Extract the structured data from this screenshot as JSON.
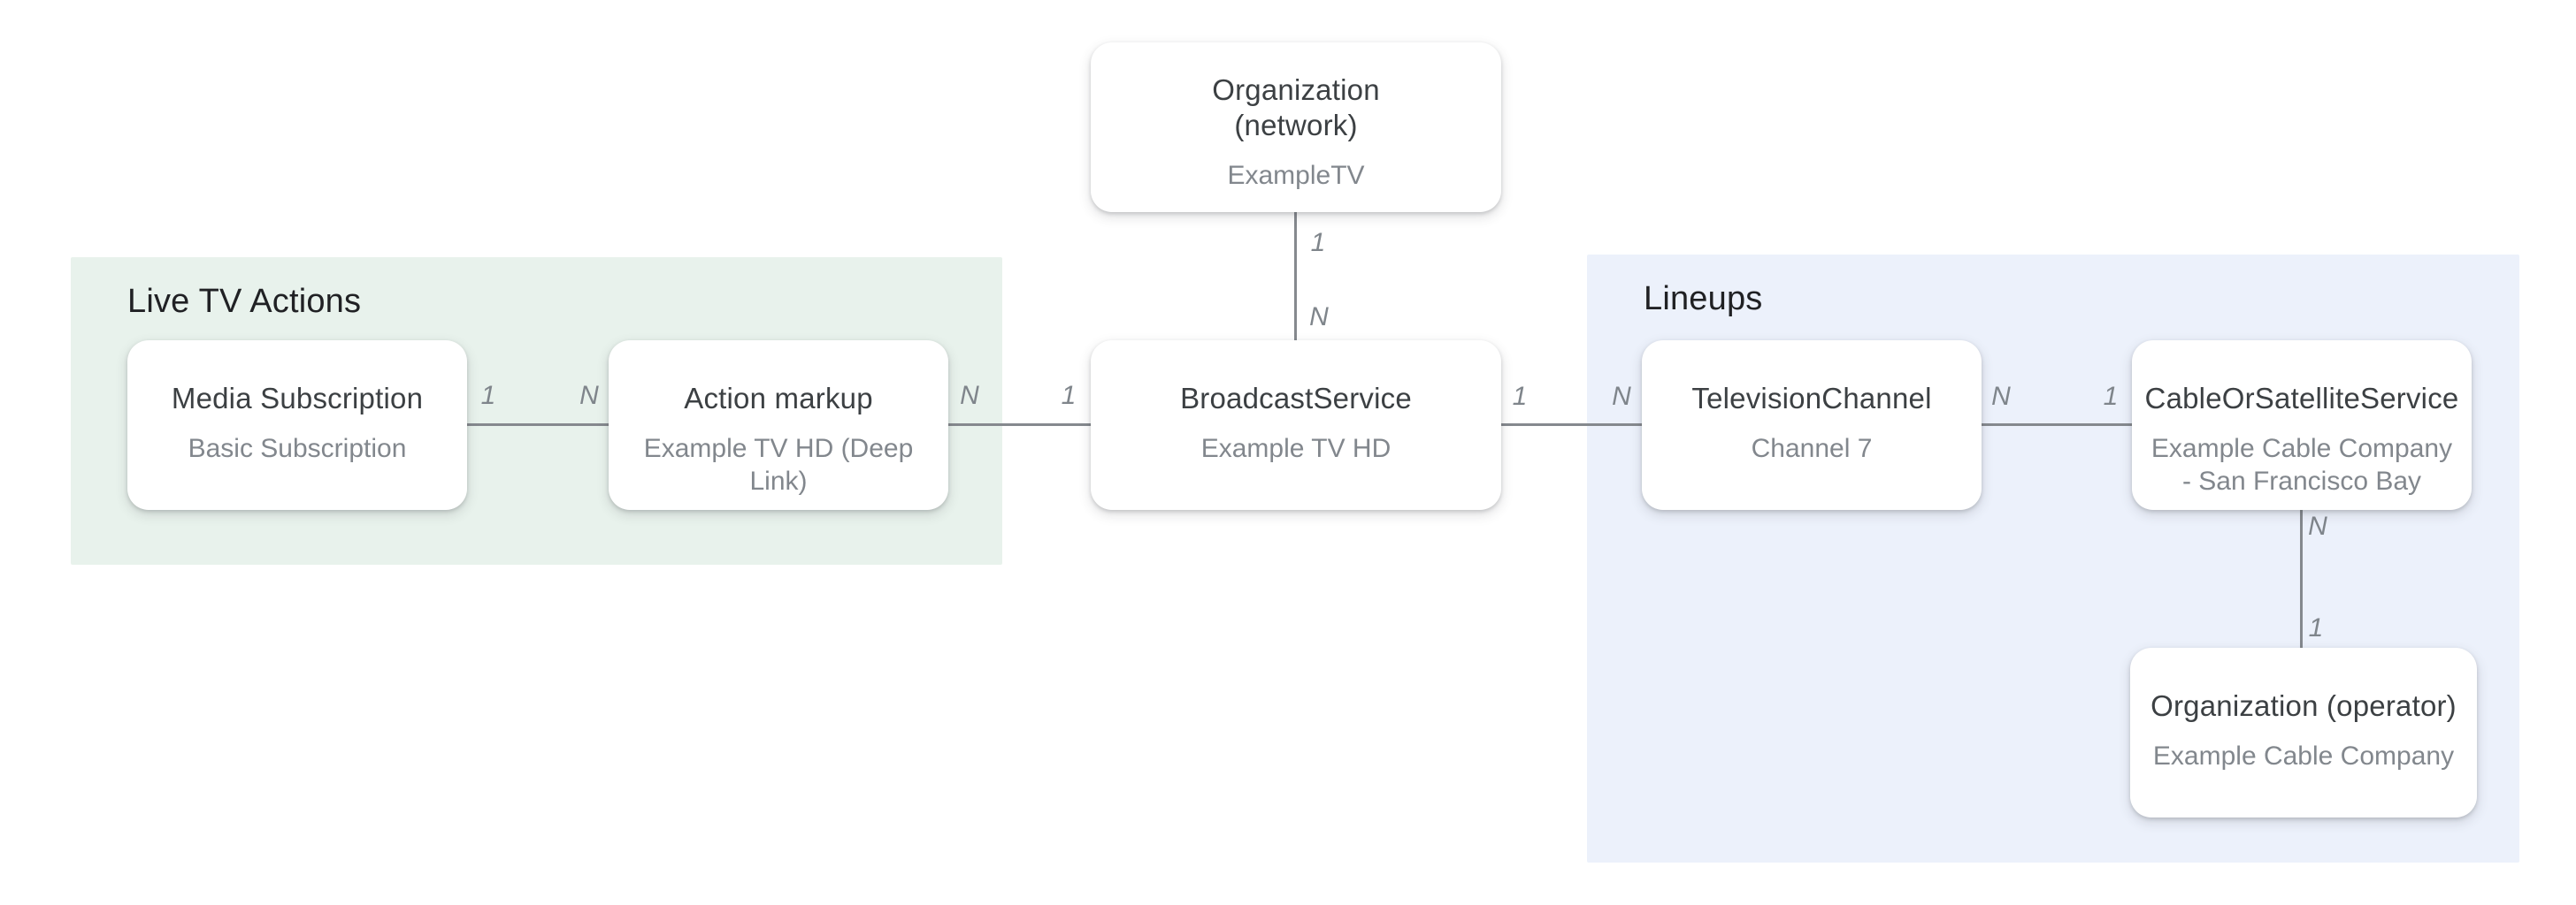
{
  "groups": [
    {
      "id": "live-tv-actions",
      "title": "Live TV Actions"
    },
    {
      "id": "lineups",
      "title": "Lineups"
    }
  ],
  "nodes": [
    {
      "id": "org-network",
      "title": "Organization (network)",
      "subtitle": "ExampleTV"
    },
    {
      "id": "media-subscription",
      "title": "Media Subscription",
      "subtitle": "Basic Subscription"
    },
    {
      "id": "action-markup",
      "title": "Action markup",
      "subtitle": "Example TV HD (Deep Link)"
    },
    {
      "id": "broadcast-service",
      "title": "BroadcastService",
      "subtitle": "Example TV HD"
    },
    {
      "id": "television-channel",
      "title": "TelevisionChannel",
      "subtitle": "Channel 7"
    },
    {
      "id": "cable-or-satellite-service",
      "title": "CableOrSatelliteService",
      "subtitle": "Example Cable Company - San Francisco Bay"
    },
    {
      "id": "org-operator",
      "title": "Organization (operator)",
      "subtitle": "Example Cable Company"
    }
  ],
  "edges": [
    {
      "id": "network-broadcast",
      "from": "org-network",
      "to": "broadcast-service",
      "from_label": "1",
      "to_label": "N"
    },
    {
      "id": "media-action",
      "from": "media-subscription",
      "to": "action-markup",
      "from_label": "1",
      "to_label": "N"
    },
    {
      "id": "action-broadcast",
      "from": "action-markup",
      "to": "broadcast-service",
      "from_label": "N",
      "to_label": "1"
    },
    {
      "id": "broadcast-tv",
      "from": "broadcast-service",
      "to": "television-channel",
      "from_label": "1",
      "to_label": "N"
    },
    {
      "id": "tv-cable",
      "from": "television-channel",
      "to": "cable-or-satellite-service",
      "from_label": "N",
      "to_label": "1"
    },
    {
      "id": "cable-operator",
      "from": "cable-or-satellite-service",
      "to": "org-operator",
      "from_label": "N",
      "to_label": "1"
    }
  ],
  "colors": {
    "live_group_bg": "#e8f2ec",
    "lineups_group_bg": "#ecf1fb",
    "node_bg": "#ffffff",
    "line": "#85898e",
    "node_title": "#3c4043",
    "node_subtitle": "#82878d",
    "section_title": "#202124",
    "cardinality": "#7f858b"
  }
}
